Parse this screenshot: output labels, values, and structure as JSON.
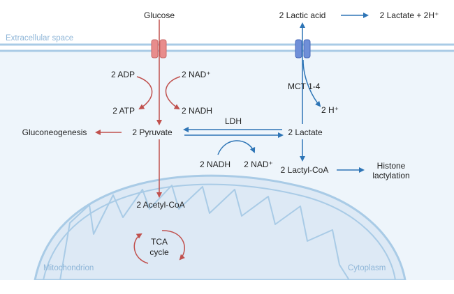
{
  "regions": {
    "extracellular": "Extracellular space",
    "mitochondrion": "Mitochondrion",
    "cytoplasm": "Cytoplasm"
  },
  "labels": {
    "glucose": "Glucose",
    "adp": "2 ADP",
    "nad_top": "2 NAD⁺",
    "atp": "2 ATP",
    "nadh_top": "2 NADH",
    "gluconeogenesis": "Gluconeogenesis",
    "pyruvate": "2 Pyruvate",
    "acetyl_coa": "2 Acetyl-CoA",
    "tca": [
      "TCA",
      "cycle"
    ],
    "lactic_acid": "2 Lactic acid",
    "lactate_out": "2 Lactate + 2H⁺",
    "mct": "MCT 1-4",
    "h_plus": "2 H⁺",
    "ldh": "LDH",
    "lactate": "2 Lactate",
    "nadh_bottom": "2 NADH",
    "nad_bottom": "2 NAD⁺",
    "lactyl_coa": "2 Lactyl-CoA",
    "histone": [
      "Histone",
      "lactylation"
    ]
  },
  "colors": {
    "red_arrow": "#c0504d",
    "blue_arrow": "#2e75b6",
    "membrane": "#a9cbe6",
    "cell_fill": "#eef5fb",
    "region_text": "#8fb6d8",
    "red_channel": "#e88c8c",
    "blue_channel": "#6f8fd8"
  }
}
